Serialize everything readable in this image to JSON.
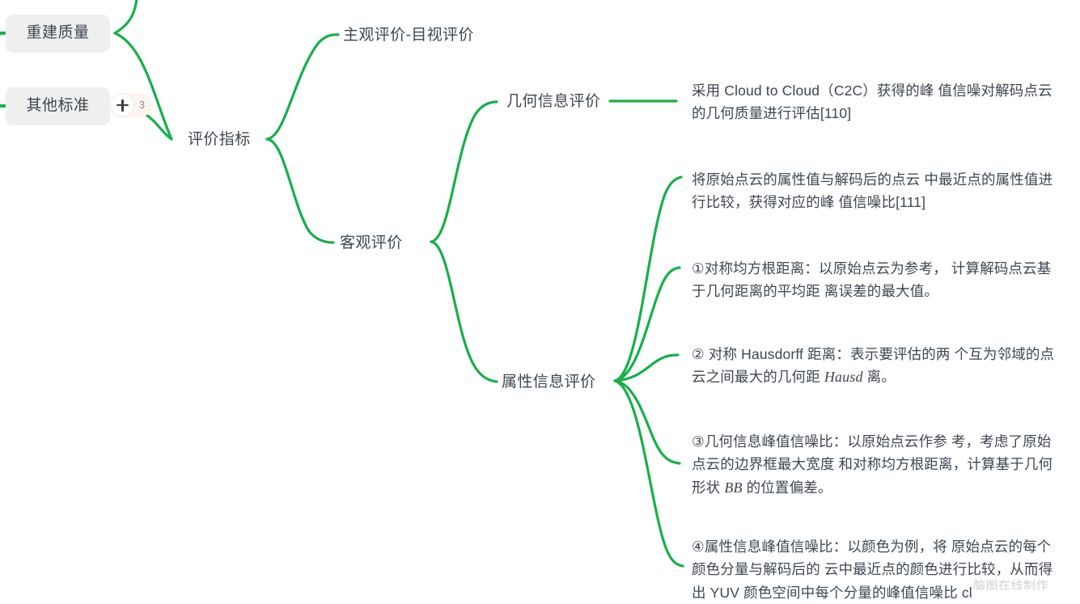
{
  "theme": {
    "branch_color": "#16b04a",
    "text_color": "#3e4650",
    "node_box_bg": "#efefef",
    "badge_bg": "#fdf3ef",
    "canvas_bg": "#ffffff"
  },
  "nodes": {
    "reconstruction_quality": "重建质量",
    "other_criteria": "其他标准",
    "evaluation_metrics": "评价指标",
    "subjective": "主观评价-目视评价",
    "objective": "客观评价",
    "geometry_info": "几何信息评价",
    "attribute_info": "属性信息评价"
  },
  "collapse_badge": {
    "icon": "plus-icon",
    "count": "3"
  },
  "leaves": [
    {
      "id": "geometry-c2c",
      "parent": "几何信息评价",
      "text": "采用 Cloud to Cloud（C2C）获得的峰 值信噪对解码点云的几何质量进行评估[110]"
    },
    {
      "id": "attr-psnr",
      "parent": "属性信息评价",
      "text": "将原始点云的属性值与解码后的点云 中最近点的属性值进行比较，获得对应的峰 值信噪比[111]"
    },
    {
      "id": "attr-item-1",
      "parent": "属性信息评价",
      "text": "①对称均方根距离：以原始点云为参考， 计算解码点云基于几何距离的平均距 离误差的最大值。"
    },
    {
      "id": "attr-item-2",
      "parent": "属性信息评价",
      "text_pre": "② 对称 Hausdorff 距离：表示要评估的两 个互为邻域的点云之间最大的几何距 ",
      "text_em": "Hausd",
      "text_post": " 离。"
    },
    {
      "id": "attr-item-3",
      "parent": "属性信息评价",
      "text_pre": "③几何信息峰值信噪比：以原始点云作参 考，考虑了原始点云的边界框最大宽度 和对称均方根距离，计算基于几何形状 ",
      "text_em": "BB",
      "text_post": " 的位置偏差。"
    },
    {
      "id": "attr-item-4",
      "parent": "属性信息评价",
      "text": "④属性信息峰值信噪比：以颜色为例，将 原始点云的每个颜色分量与解码后的 云中最近点的颜色进行比较，从而得出 YUV 颜色空间中每个分量的峰值信噪比 cl"
    }
  ],
  "watermark": {
    "text": "脑图在线制作"
  }
}
